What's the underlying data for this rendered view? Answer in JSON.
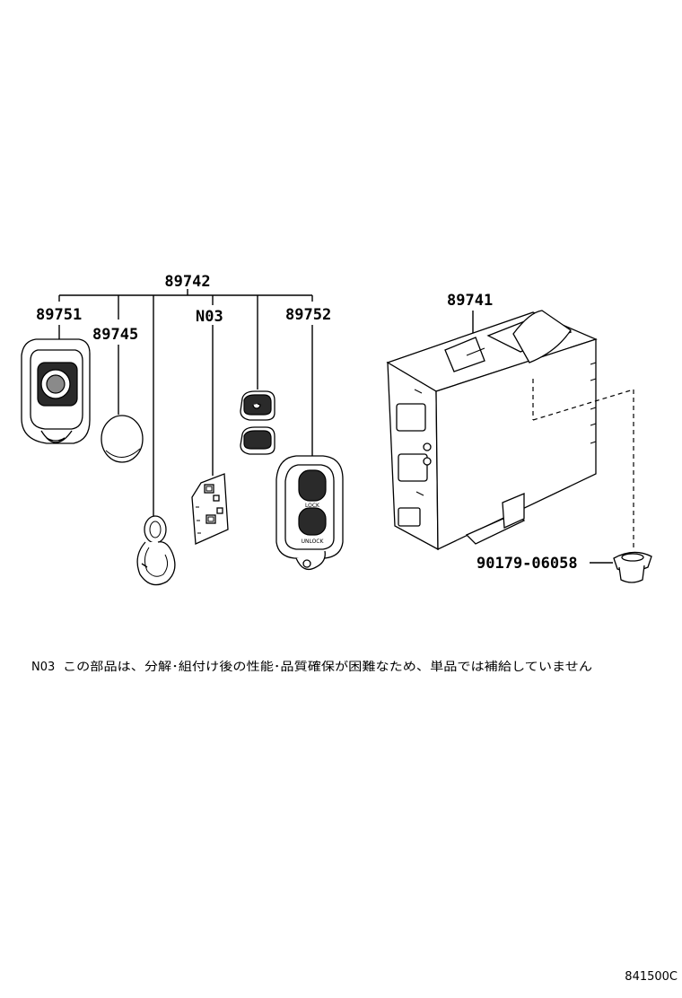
{
  "parts": {
    "p89742": "89742",
    "p89751": "89751",
    "p89745": "89745",
    "pN03": "N03",
    "p89752": "89752",
    "p89741": "89741",
    "p90179": "90179-06058"
  },
  "fob_button_labels": {
    "lock": "LOCK",
    "unlock": "UNLOCK"
  },
  "note": {
    "code": "N03",
    "text": "この部品は、分解･組付け後の性能･品質確保が困難なため、単品では補給していません"
  },
  "illustration_code": "841500C"
}
